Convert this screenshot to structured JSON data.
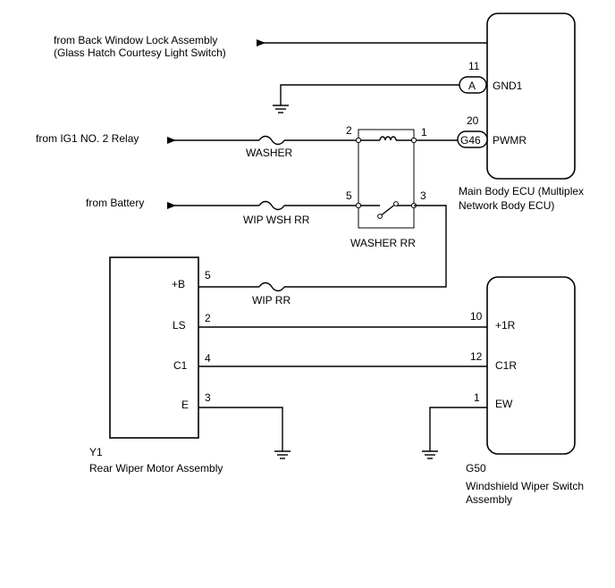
{
  "sources": {
    "back_window_line1": "from Back Window Lock Assembly",
    "back_window_line2": "(Glass Hatch Courtesy Light Switch)",
    "ig1": "from IG1 NO. 2 Relay",
    "battery": "from Battery"
  },
  "fuses": {
    "washer": "WASHER",
    "wip_wsh_rr": "WIP WSH RR",
    "wip_rr": "WIP RR"
  },
  "relay": {
    "name": "WASHER RR",
    "pins": {
      "p1": "1",
      "p2": "2",
      "p3": "3",
      "p5": "5"
    }
  },
  "main_ecu": {
    "name_line1": "Main Body ECU (Multiplex",
    "name_line2": "Network Body ECU)",
    "conn_a": "A",
    "conn_g46": "G46",
    "pin_gnd1_no": "11",
    "pin_gnd1": "GND1",
    "pin_pwmr_no": "20",
    "pin_pwmr": "PWMR"
  },
  "motor": {
    "code": "Y1",
    "name": "Rear Wiper Motor Assembly",
    "pins": [
      {
        "label": "+B",
        "no": "5"
      },
      {
        "label": "LS",
        "no": "2"
      },
      {
        "label": "C1",
        "no": "4"
      },
      {
        "label": "E",
        "no": "3"
      }
    ]
  },
  "switch": {
    "code": "G50",
    "name_line1": "Windshield Wiper Switch",
    "name_line2": "Assembly",
    "pins": [
      {
        "label": "+1R",
        "no": "10"
      },
      {
        "label": "C1R",
        "no": "12"
      },
      {
        "label": "EW",
        "no": "1"
      }
    ]
  }
}
